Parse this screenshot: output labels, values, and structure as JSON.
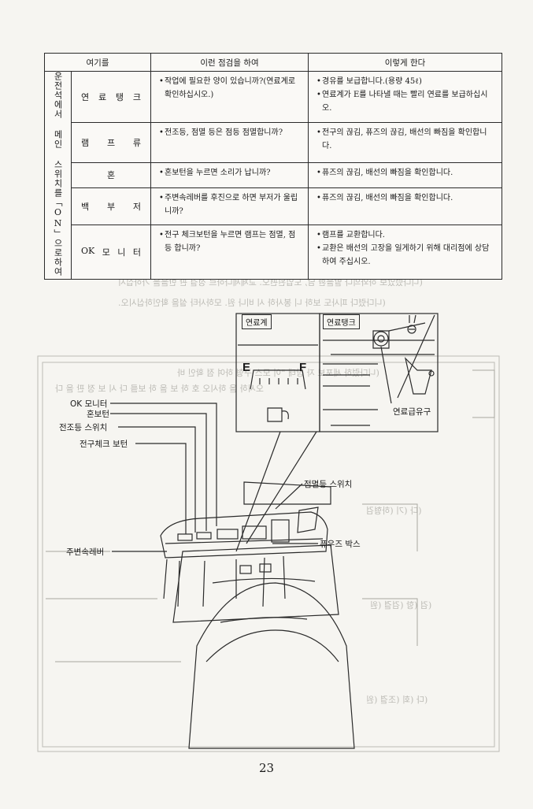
{
  "table": {
    "header_where": "여기를",
    "header_check": "이런 점검을 하여",
    "header_action": "이렇게 한다",
    "side_label": "운전석에서 메인 스위치를「ON」으로하여",
    "rows": [
      {
        "item": [
          "연",
          "료",
          "탱",
          "크"
        ],
        "check": [
          "작업에 필요한 양이 있습니까?(연료계로 확인하십시오.)"
        ],
        "action": [
          "경유를 보급합니다.(용량 45ℓ)",
          "연료계가 E를 나타낼 때는 빨리 연료를 보급하십시오."
        ]
      },
      {
        "item": [
          "램",
          "프",
          "류"
        ],
        "check": [
          "전조등, 점멸 등은 점등 점멸합니까?"
        ],
        "action": [
          "전구의 끊김, 퓨즈의 끊김, 배선의 빠짐을 확인합니다."
        ]
      },
      {
        "item": [
          "혼"
        ],
        "check": [
          "혼보턴을 누르면 소리가 납니까?"
        ],
        "action": [
          "퓨즈의 끊김, 배선의 빠짐을 확인합니다."
        ]
      },
      {
        "item": [
          "백",
          "부",
          "저"
        ],
        "check": [
          "주변속레버를 후진으로 하면 부저가 울립니까?"
        ],
        "action": [
          "퓨즈의 끊김, 배선의 빠짐을 확인합니다."
        ]
      },
      {
        "item": [
          "OK",
          "모",
          "니",
          "터"
        ],
        "check": [
          "전구 체크보턴을 누르면 램프는 점멸, 점등 합니까?"
        ],
        "action": [
          "램프를 교환합니다.",
          "교환은 배선의 고장을 일게하기 위해 대리점에 상담하여 주십시오."
        ]
      }
    ]
  },
  "diagram": {
    "labels": {
      "ok_monitor": "OK 모니터",
      "horn_button": "혼보턴",
      "headlight_switch": "전조등 스위치",
      "bulb_check_button": "전구체크 보턴",
      "main_shift_lever": "주변속레버",
      "blinker_switch": "점멸등 스위치",
      "fuse_box": "퓨우즈 박스",
      "fuel_gauge": "연료계",
      "fuel_tank": "연료탱크",
      "fuel_filler": "연료급유구"
    },
    "gauge_empty": "E",
    "gauge_full": "F"
  },
  "page_number": "23"
}
